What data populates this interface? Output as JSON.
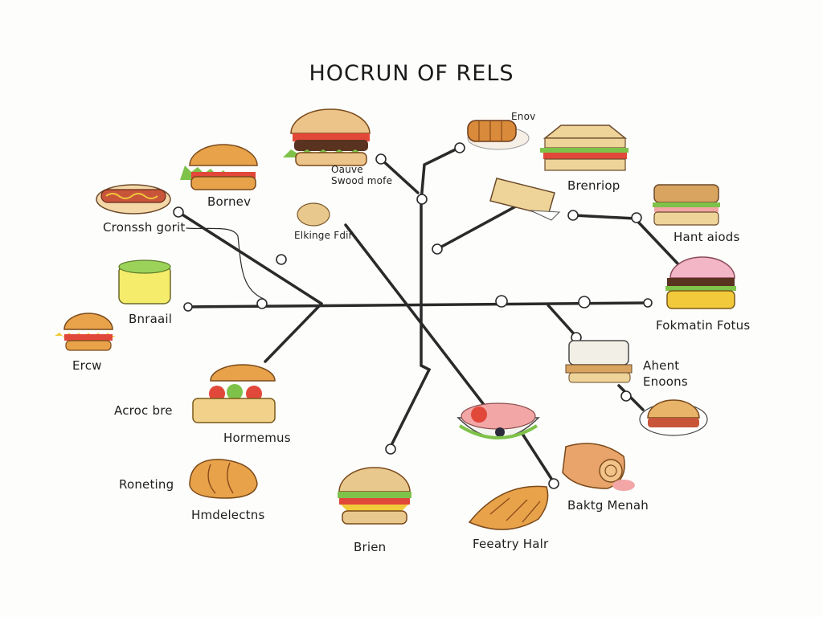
{
  "title": "HOCRUN OF RELS",
  "labels": {
    "top_right_small": "Enov",
    "center_top": "Oauve",
    "center_top_2": "Swood mofe",
    "burger_top": "Bornev",
    "crossing": "Cronssh gorit",
    "right_top": "Brenriop",
    "hant": "Hant aiods",
    "center_mid": "Elkinge Fdir",
    "bread": "Bnraail",
    "ercw": "Ercw",
    "fokmation": "Fokmatin Fotus",
    "ahent": "Ahent",
    "enoons": "Enoons",
    "acroc": "Acroc bre",
    "homemus": "Hormemus",
    "roneting": "Roneting",
    "hmelectns": "Hmdelectns",
    "bakty": "Baktg Menah",
    "brien": "Brien",
    "feeatry": "Feeatry Halr"
  },
  "colors": {
    "line": "#2a2a2a",
    "bun": "#e8a24a",
    "lettuce": "#7fc24a",
    "tomato": "#e2483a",
    "patty": "#5a3320",
    "cheese": "#f2c93b",
    "bread": "#efd49a",
    "ham": "#f2a6a6"
  },
  "icons": [
    "hotdog-icon",
    "burger-icon",
    "big-burger-icon",
    "sandwich-icon",
    "pastry-icon",
    "toast-icon",
    "club-sandwich-icon",
    "cookie-icon",
    "jar-icon",
    "burger-small-icon",
    "burger-ham-icon",
    "bread-box-icon",
    "bowl-icon",
    "croissant-roll-icon",
    "cheeseburger-icon",
    "croissant-icon",
    "roll-icon",
    "layered-toast-icon",
    "bun-plate-icon",
    "meat-roll-icon"
  ]
}
